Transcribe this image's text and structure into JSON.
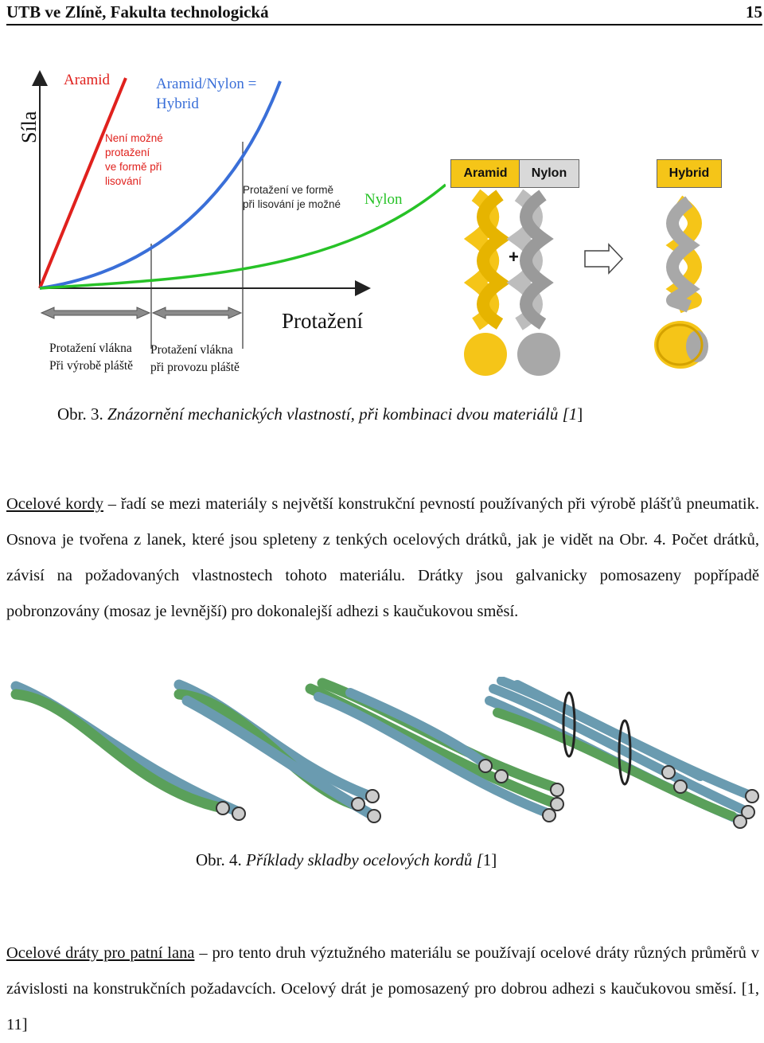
{
  "header": {
    "title": "UTB ve Zlíně, Fakulta technologická",
    "page_number": "15"
  },
  "figure3": {
    "y_axis_label": "Síla",
    "x_axis_label": "Protažení",
    "curve_aramid": "Aramid",
    "curve_hybrid_line1": "Aramid/Nylon =",
    "curve_hybrid_line2": "Hybrid",
    "curve_nylon": "Nylon",
    "note_left": [
      "Není možné",
      "protažení",
      "ve formě při",
      "lisování"
    ],
    "note_right": [
      "Protažení ve formě",
      "při lisování je možné"
    ],
    "arrow1": [
      "Protažení vlákna",
      "Při výrobě pláště"
    ],
    "arrow2": [
      "Protažení vlákna",
      "při provozu pláště"
    ],
    "box_aramid": "Aramid",
    "box_nylon": "Nylon",
    "box_hybrid": "Hybrid",
    "plus": "+",
    "colors": {
      "aramid": "#e0211d",
      "hybrid": "#3a6fd8",
      "nylon": "#27c227",
      "yellow": "#f5c518",
      "grey": "#a8a8a8"
    },
    "caption_prefix": "Obr. 3.",
    "caption_italic": "Znázornění mechanických vlastností, při kombinaci dvou materiálů [1",
    "caption_suffix": "]"
  },
  "para1": {
    "term": "Ocelové kordy",
    "text": " – řadí se mezi materiály s největší konstrukční pevností používaných při výrobě plášťů pneumatik. Osnova je tvořena z lanek, které jsou spleteny z tenkých ocelových drátků, jak je vidět na Obr. 4. Počet drátků, závisí na požadovaných vlastnostech tohoto materiálu. Drátky jsou galvanicky pomosazeny popřípadě pobronzovány (mosaz je levnější) pro dokonalejší adhezi s kaučukovou směsí."
  },
  "figure4": {
    "caption_prefix": "Obr. 4.",
    "caption_italic": "Příklady skladby ocelových kordů [",
    "caption_suffix": "1]",
    "colors": {
      "green": "#5aa05a",
      "blue": "#6a9bb0"
    }
  },
  "para2": {
    "term": "Ocelové dráty pro patní lana",
    "text": " – pro tento druh výztužného materiálu se používají ocelové dráty různých průměrů v závislosti na konstrukčních požadavcích. Ocelový drát je pomosazený pro dobrou adhezi s kaučukovou směsí. [1, 11]"
  }
}
